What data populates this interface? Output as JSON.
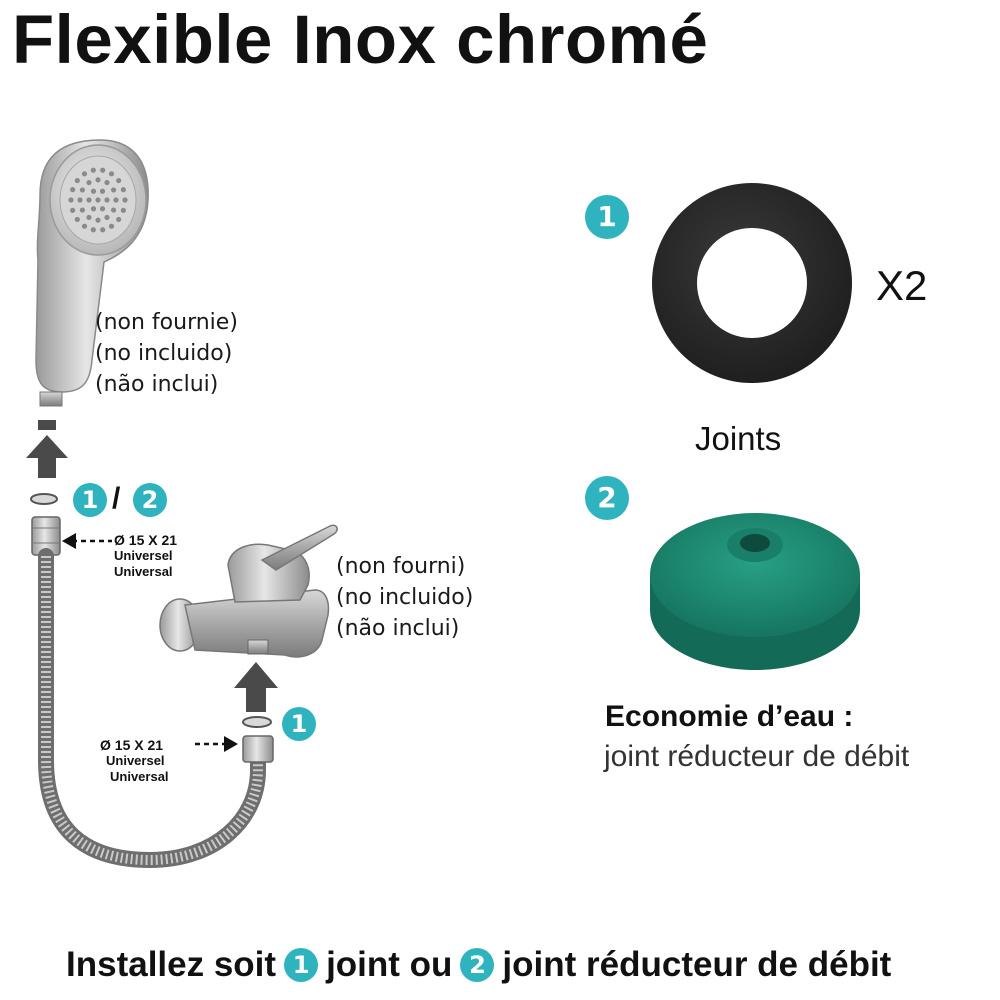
{
  "title": "Flexible Inox chromé",
  "showerhead_note": [
    "(non fournie)",
    "(no incluido)",
    "(não inclui)"
  ],
  "mixer_note": [
    "(non fourni)",
    "(no incluido)",
    "(não inclui)"
  ],
  "connector_top": {
    "size": "Ø 15 X 21",
    "line2": "Universel",
    "line3": "Universal"
  },
  "connector_bottom": {
    "size": "Ø 15 X 21",
    "line2": "Universel",
    "line3": "Universal"
  },
  "badges": {
    "one": "1",
    "two": "2",
    "slash": "/"
  },
  "gasket": {
    "badge": "1",
    "quantity": "X2"
  },
  "joints_label": "Joints",
  "reducer": {
    "badge": "2",
    "title": "Economie d’eau :",
    "subtitle": "joint réducteur de débit"
  },
  "footer": {
    "part1": "Installez soit",
    "part2": "joint ou",
    "part3": "joint réducteur de débit"
  },
  "colors": {
    "teal": "#2fb3be",
    "gasket_black": "#2a2a2a",
    "reducer_green": "#1e8a73",
    "arrow": "#4a4a4a",
    "chrome": "#b9b9b9"
  },
  "icons": [
    "shower-head-icon",
    "mixer-tap-icon",
    "hose-icon",
    "flat-gasket-icon",
    "flow-reducer-icon",
    "arrow-up-icon",
    "dashed-arrow-left-icon"
  ]
}
